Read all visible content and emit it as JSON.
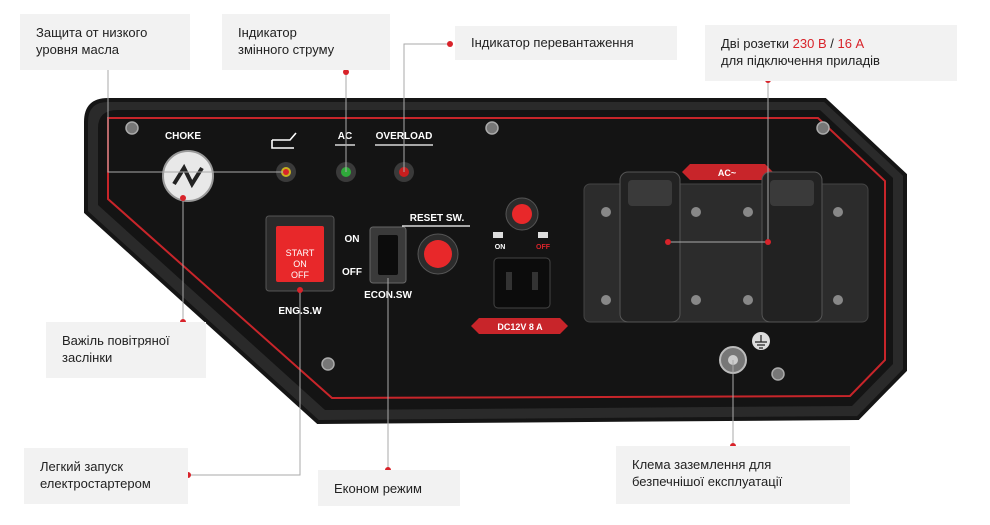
{
  "callouts": {
    "oil": {
      "line1": "Защита от низкого",
      "line2": "уровня масла"
    },
    "ac": {
      "line1": "Індикатор",
      "line2": "змінного струму"
    },
    "overload": {
      "text": "Індикатор перевантаження"
    },
    "sockets": {
      "pre": "Дві розетки ",
      "v": "230 В",
      "slash": " / ",
      "a": "16 А",
      "line2": "для підключення приладів"
    },
    "choke": {
      "line1": "Важіль повітряної",
      "line2": "заслінки"
    },
    "starter": {
      "line1": "Легкий запуск",
      "line2": "електростартером"
    },
    "econ": {
      "text": "Економ режим"
    },
    "ground": {
      "line1": "Клема заземлення для",
      "line2": "безпечнішої експлуатації"
    }
  },
  "panel": {
    "choke": "CHOKE",
    "ac": "AC",
    "overload": "OVERLOAD",
    "reset": "RESET SW.",
    "on": "ON",
    "off": "OFF",
    "start1": "START",
    "start2": "ON",
    "start3": "OFF",
    "eng": "ENG.S.W",
    "econ": "ECON.SW",
    "dc": "DC12V 8 A",
    "dc_on": "ON",
    "dc_off": "OFF",
    "ac_tag": "AC~"
  },
  "colors": {
    "accent": "#d8232a",
    "panel": "#1f1f1f",
    "callout_bg": "#f2f2f2"
  }
}
